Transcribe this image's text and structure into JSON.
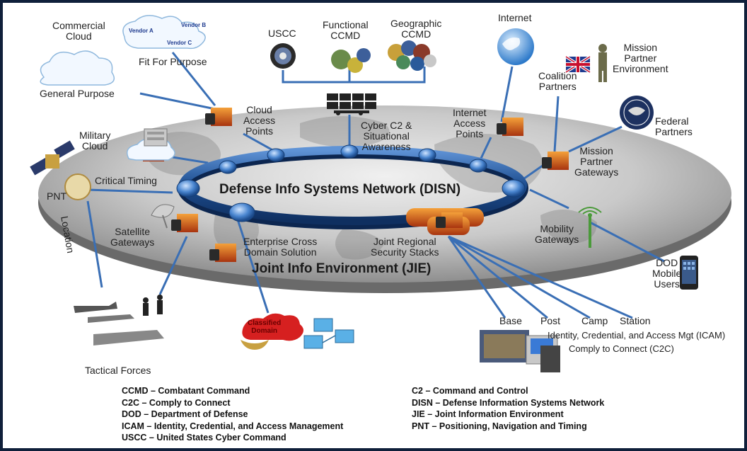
{
  "diagram": {
    "labels": {
      "commercial_cloud": "Commercial\nCloud",
      "vendor_a": "Vendor A",
      "vendor_b": "Vendor B",
      "vendor_c": "Vendor C",
      "fit_for_purpose": "Fit For Purpose",
      "general_purpose": "General Purpose",
      "usscc": "USCC",
      "functional_ccmd": "Functional\nCCMD",
      "geographic_ccmd": "Geographic\nCCMD",
      "internet": "Internet",
      "mission_partner_environment": "Mission\nPartner\nEnvironment",
      "coalition_partners": "Coalition\nPartners",
      "federal_partners": "Federal\nPartners",
      "cloud_access_points": "Cloud\nAccess\nPoints",
      "cyber_c2": "Cyber C2 &\nSituational\nAwareness",
      "internet_access_points": "Internet\nAccess\nPoints",
      "military_cloud": "Military\nCloud",
      "mission_partner_gateways": "Mission\nPartner\nGateways",
      "pnt": "PNT",
      "critical_timing": "Critical Timing",
      "location": "Location",
      "disn": "Defense Info Systems Network (DISN)",
      "satellite_gateways": "Satellite\nGateways",
      "enterprise_cross_domain": "Enterprise Cross\nDomain Solution",
      "joint_regional_security_stacks": "Joint Regional\nSecurity Stacks",
      "mobility_gateways": "Mobility\nGateways",
      "dod_mobile_users": "DOD\nMobile\nUsers",
      "jie": "Joint Info Environment (JIE)",
      "base": "Base",
      "post": "Post",
      "camp": "Camp",
      "station": "Station",
      "icam": "Identity, Credential, and Access Mgt (ICAM)",
      "c2c": "Comply to Connect (C2C)",
      "tactical_forces": "Tactical Forces",
      "classified_domain": "Classified\nDomain"
    },
    "legend_left": [
      "CCMD – Combatant Command",
      "C2C – Comply to Connect",
      "DOD – Department of Defense",
      "ICAM – Identity, Credential, and Access Management",
      "USCC – United States Cyber Command"
    ],
    "legend_right": [
      "C2 – Command and Control",
      "DISN – Defense Information Systems Network",
      "JIE – Joint Information Environment",
      "PNT – Positioning, Navigation and Timing"
    ],
    "colors": {
      "frame": "#0f1f3a",
      "ring": "#1d4d8f",
      "connector": "#3a6fb5",
      "firewall": "#c0501a",
      "lock": "#2a2a2a",
      "disk": "#b8b8b8"
    }
  }
}
